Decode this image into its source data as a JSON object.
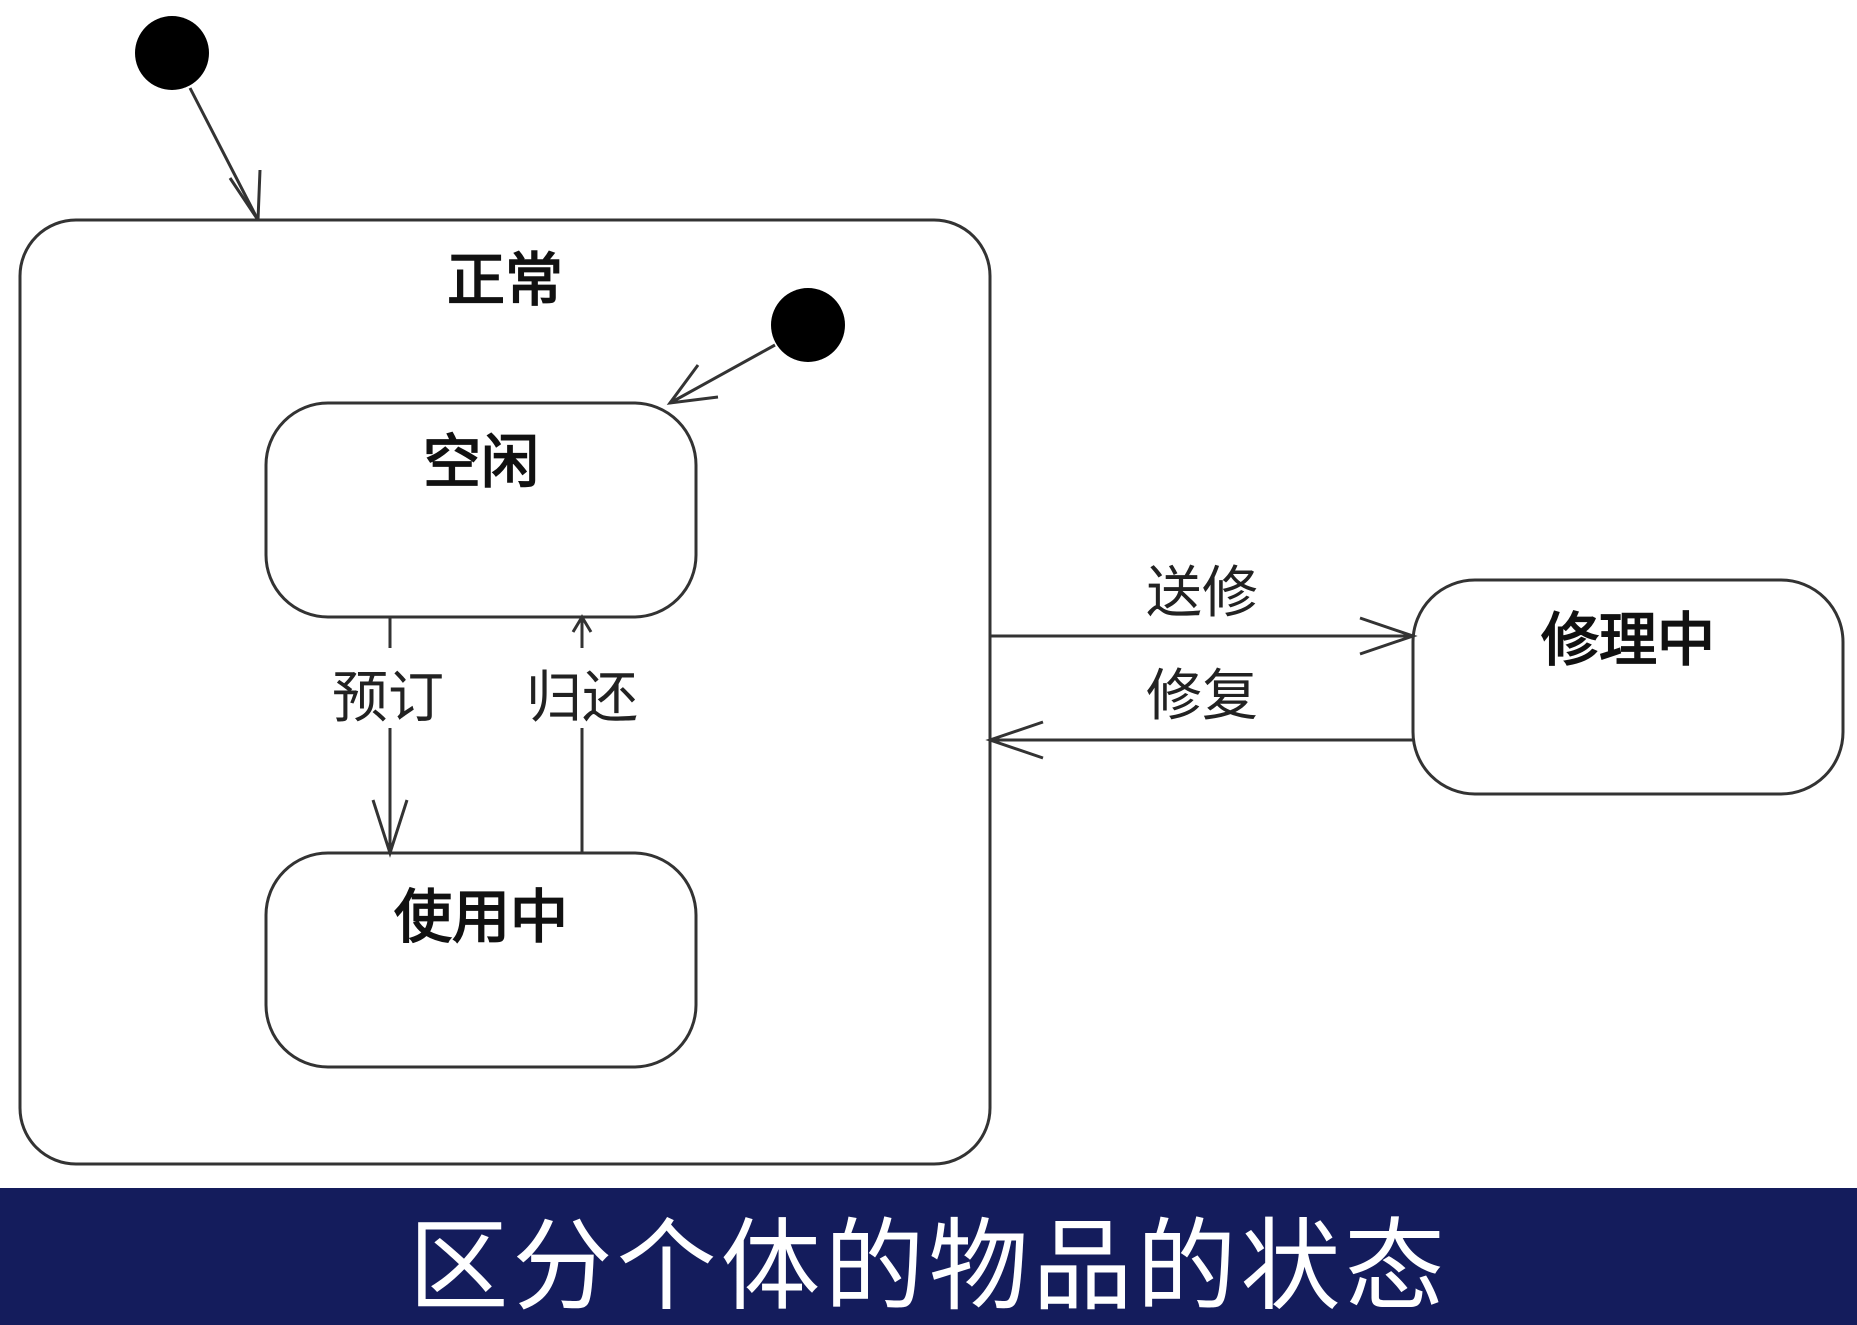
{
  "diagram": {
    "states": {
      "normal": "正常",
      "idle": "空闲",
      "in_use": "使用中",
      "repairing": "修理中"
    },
    "transitions": {
      "reserve": "预订",
      "return": "归还",
      "send_repair": "送修",
      "repaired": "修复"
    }
  },
  "caption": "区分个体的物品的状态",
  "colors": {
    "caption_bar": "#141c5c",
    "caption_text": "#ffffff",
    "stroke": "#333333"
  }
}
